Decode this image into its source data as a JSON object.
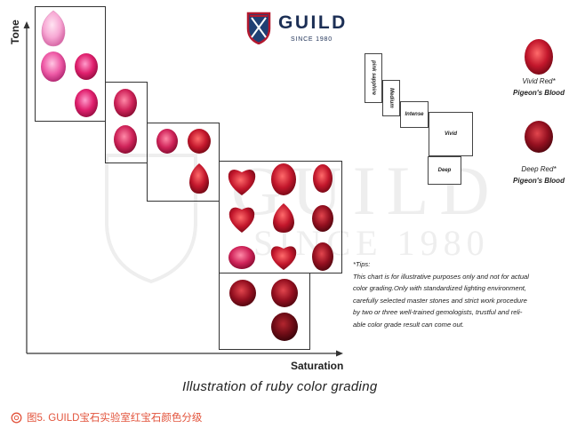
{
  "logo": {
    "brand": "GUILD",
    "since": "SINCE 1980"
  },
  "axes": {
    "y_label": "Tone",
    "x_label": "Saturation"
  },
  "watermark": {
    "line1": "GUILD",
    "line2": "SINCE 1980"
  },
  "tone_scale": {
    "steps": [
      "pink sapphire",
      "Medium",
      "Intense",
      "Vivid",
      "Deep"
    ]
  },
  "legend": {
    "vivid": {
      "name": "Vivid Red*",
      "sub": "Pigeon's Blood",
      "color": "#c0132a"
    },
    "deep": {
      "name": "Deep Red*",
      "sub": "Pigeon's Blood",
      "color": "#7a0a16"
    }
  },
  "tips": {
    "heading": "*Tips:",
    "lines": [
      "This chart is for illustrative purposes only and not for actual",
      "color grading.Only with standardized lighting environment,",
      "carefully selected master stones and strict work procedure",
      "by two or three well-trained gemologists, trustful and reli-",
      "able color grade result can come out."
    ]
  },
  "title": "Illustration of ruby color grading",
  "caption": {
    "icon": "circle-icon",
    "text": "图5. GUILD宝石实验室红宝石颜色分级"
  },
  "gem_colors": {
    "pink_light": "#f7a8d4",
    "pink": "#ee5aa6",
    "hot_pink": "#e0206e",
    "pink_red": "#d0245a",
    "red": "#c3172c",
    "deep_red": "#951020",
    "darkest_red": "#6e0c16"
  }
}
